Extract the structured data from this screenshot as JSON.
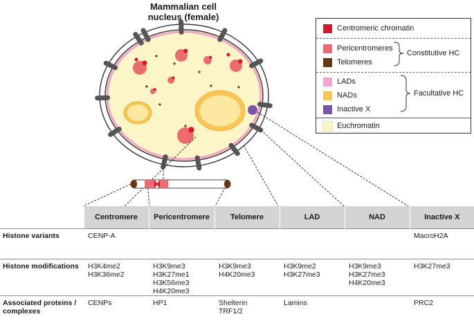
{
  "title": "Mammalian cell\nnucleus (female)",
  "legend": {
    "items": [
      {
        "label": "Centromeric chromatin",
        "color": "#d7182a"
      },
      {
        "label": "Pericentromeres",
        "color": "#ec6b6e"
      },
      {
        "label": "Telomeres",
        "color": "#6b3710"
      },
      {
        "label": "LADs",
        "color": "#f4a6cf"
      },
      {
        "label": "NADs",
        "color": "#fbc54f"
      },
      {
        "label": "Inactive X",
        "color": "#7a55a8"
      },
      {
        "label": "Euchromatin",
        "color": "#fbf5c8"
      }
    ],
    "groups": [
      {
        "label": "Constitutive HC"
      },
      {
        "label": "Facultative HC"
      }
    ]
  },
  "colors": {
    "nucleoplasm": "#fbf5c8",
    "envelope_pink": "#f2a3c7",
    "pore": "#555555",
    "header_bg": "#d4d4d4"
  },
  "table": {
    "columns": [
      "Centromere",
      "Pericentromere",
      "Telomere",
      "LAD",
      "NAD",
      "Inactive X"
    ],
    "rows": [
      {
        "label": "Histone variants",
        "cells": [
          [
            "CENP-A"
          ],
          [],
          [],
          [],
          [],
          [
            "MacroH2A"
          ]
        ]
      },
      {
        "label": "Histone modifications",
        "cells": [
          [
            "H3K4me2",
            "H3K36me2"
          ],
          [
            "H3K9me3",
            "H3K27me1",
            "H3K56me3",
            "H4K20me3"
          ],
          [
            "H3K9me3",
            "H4K20me3"
          ],
          [
            "H3K9me2",
            "H3K27me3"
          ],
          [
            "H3K9me3",
            "H3K27me3",
            "H4K20me3"
          ],
          [
            "H3K27me3"
          ]
        ]
      },
      {
        "label": "Associated proteins / complexes",
        "cells": [
          [
            "CENPs"
          ],
          [
            "HP1"
          ],
          [
            "Shelterin",
            "TRF1/2"
          ],
          [
            "Lamins"
          ],
          [],
          [
            "PRC2"
          ]
        ]
      }
    ]
  }
}
